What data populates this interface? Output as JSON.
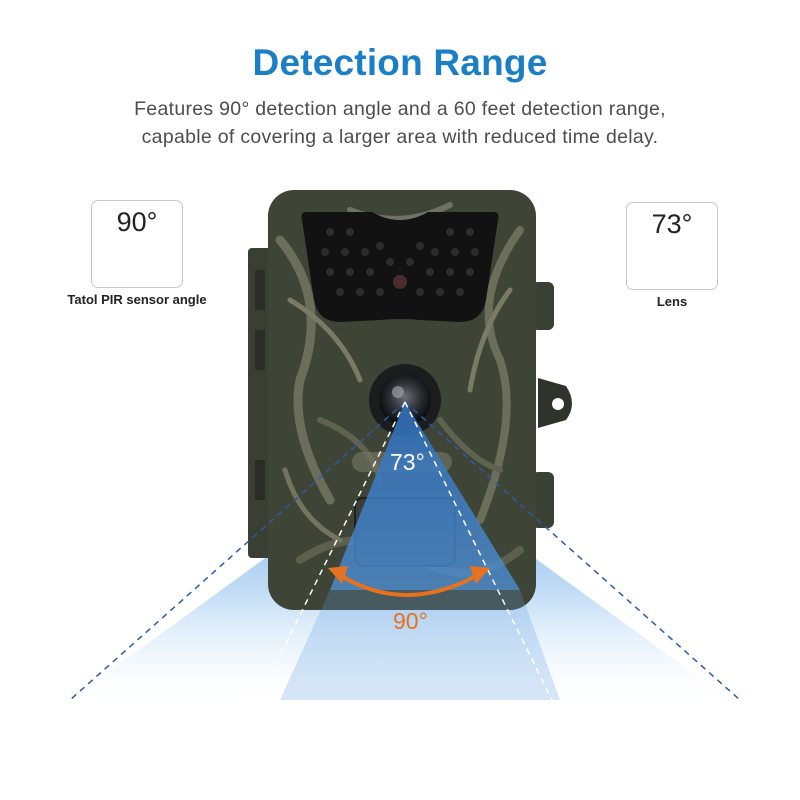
{
  "header": {
    "title": "Detection Range",
    "description_line1": "Features 90° detection angle and a 60 feet detection range,",
    "description_line2": "capable of covering a larger area with reduced time delay."
  },
  "pir_card": {
    "angle": "90°",
    "caption": "Tatol PIR sensor angle"
  },
  "lens_card": {
    "angle": "73°",
    "caption": "Lens"
  },
  "diagram": {
    "lens_angle_label": "73°",
    "pir_angle_label": "90°"
  },
  "colors": {
    "title_blue": "#1a7fc6",
    "arrow_orange": "#e8711f",
    "cone_blue": "#4a8fd6",
    "camo_dark": "#3f4536"
  }
}
